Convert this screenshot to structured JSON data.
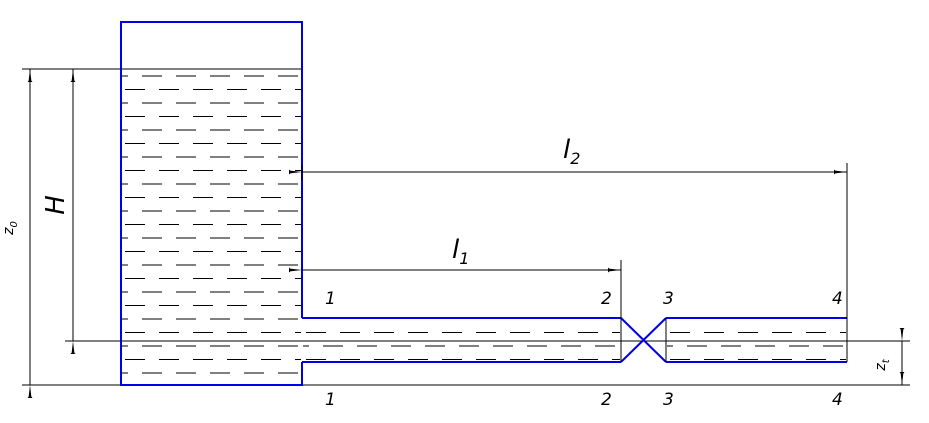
{
  "colors": {
    "wall": "#0000e6",
    "line": "#000000",
    "background": "#ffffff"
  },
  "dimensions": {
    "H": "H",
    "z0": {
      "base": "z",
      "sub": "0"
    },
    "zt": {
      "base": "z",
      "sub": "t"
    },
    "l1": {
      "base": "l",
      "sub": "1"
    },
    "l2": {
      "base": "l",
      "sub": "2"
    }
  },
  "sections": {
    "top": [
      "1",
      "2",
      "3",
      "4"
    ],
    "bottom": [
      "1",
      "2",
      "3",
      "4"
    ]
  }
}
